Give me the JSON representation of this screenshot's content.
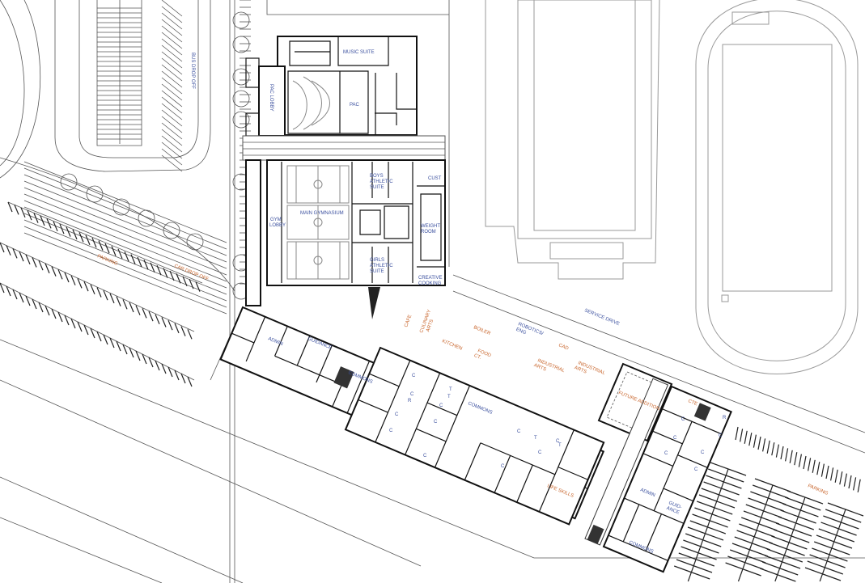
{
  "site": {
    "bus_drop_off": "BUS DROP OFF",
    "parking_west": "PARKING",
    "car_drop_off": "CAR DROP OFF",
    "service_drive": "SERVICE DRIVE",
    "parking_east": "PARKING"
  },
  "rooms": {
    "music_suite": "MUSIC SUITE",
    "pac_lobby": "PAC LOBBY",
    "pac": "PAC",
    "boys_athletic": [
      "BOYS",
      "ATHLETIC",
      "SUITE"
    ],
    "cust": "CUST",
    "gym_lobby": [
      "GYM",
      "LOBBY"
    ],
    "main_gym": "MAIN GYMNASIUM",
    "weight_room": [
      "WEIGHT",
      "ROOM"
    ],
    "girls_athletic": [
      "GIRLS",
      "ATHLETIC",
      "SUITE"
    ],
    "creative_cooking": [
      "CREATIVE",
      "COOKING"
    ],
    "admin_west": "ADMIN",
    "guidance_west": "GUIDANCE",
    "commons_west": "COMMONS",
    "cafe": "CAFE",
    "culinary": [
      "CULINARY",
      "ARTS"
    ],
    "kitchen": "KITCHEN",
    "boiler": "BOILER",
    "food_ct": [
      "FOOD",
      "CT."
    ],
    "robotics": [
      "ROBOTICS/",
      "ENG"
    ],
    "cad": "CAD",
    "industrial_1": [
      "INDUSTRIAL",
      "ARTS"
    ],
    "industrial_2": [
      "INDUSTRIAL",
      "ARTS"
    ],
    "commons_center": "COMMONS",
    "future_addition": "FUTURE ADDITION",
    "cte": "CTE",
    "life_skills": "LIFE SKILLS",
    "admin_east": "ADMIN",
    "guidance_east": [
      "GUID-",
      "ANCE"
    ],
    "commons_east": "COMMONS",
    "classroom": "C",
    "resource": "R",
    "toilet": "T"
  }
}
